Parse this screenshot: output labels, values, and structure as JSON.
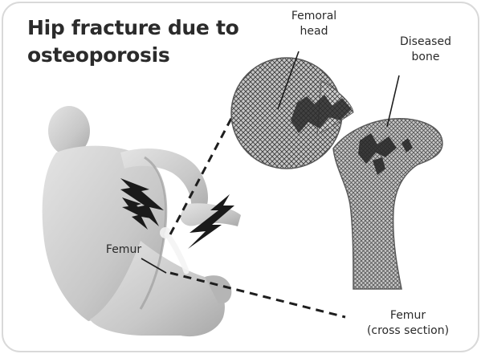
{
  "title": {
    "line1": "Hip fracture due to",
    "line2": "osteoporosis"
  },
  "labels": {
    "femoral_head_line1": "Femoral",
    "femoral_head_line2": "head",
    "diseased_bone_line1": "Diseased",
    "diseased_bone_line2": "bone",
    "femur": "Femur",
    "femur_cross_section_line1": "Femur",
    "femur_cross_section_line2": "(cross section)"
  },
  "colors": {
    "background": "#ffffff",
    "border": "#d9d9d9",
    "body_fill": "#d4d4d4",
    "body_shadow": "#a9a9a9",
    "bone_fill": "#cfcfcf",
    "bone_mesh": "#4a4a4a",
    "lightning": "#1a1a1a",
    "text": "#2a2a2a"
  }
}
